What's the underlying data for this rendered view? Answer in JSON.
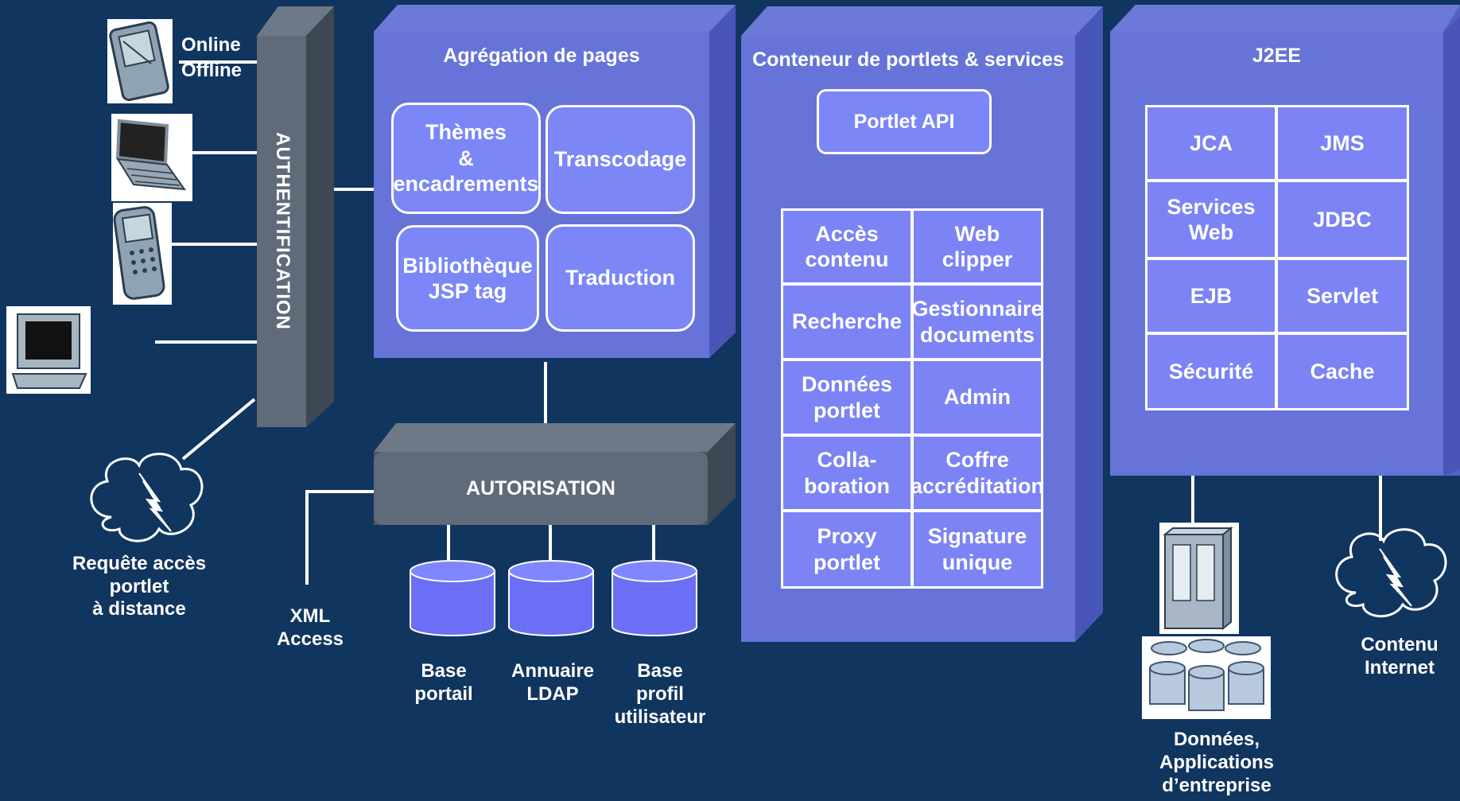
{
  "devices": {
    "online_label": "Online",
    "offline_label": "Offline"
  },
  "authentication": {
    "label": "AUTHENTIFICATION"
  },
  "page_aggregation": {
    "title": "Agrégation de pages",
    "items": [
      "Thèmes\n&\nencadrements",
      "Transcodage",
      "Bibliothèque\nJSP tag",
      "Traduction"
    ]
  },
  "authorization": {
    "label": "AUTORISATION"
  },
  "databases": [
    "Base\nportail",
    "Annuaire\nLDAP",
    "Base\nprofil\nutilisateur"
  ],
  "xml_access": "XML\nAccess",
  "remote_request": "Requête accès\nportlet\nà distance",
  "portlet_container": {
    "title": "Conteneur de portlets & services",
    "api": "Portlet API",
    "services": [
      "Accès\ncontenu",
      "Web\nclipper",
      "Recherche",
      "Gestionnaire\ndocuments",
      "Données\nportlet",
      "Admin",
      "Colla-\nboration",
      "Coffre\naccréditation",
      "Proxy\nportlet",
      "Signature\nunique"
    ]
  },
  "j2ee": {
    "title": "J2EE",
    "services": [
      "JCA",
      "JMS",
      "Services\nWeb",
      "JDBC",
      "EJB",
      "Servlet",
      "Sécurité",
      "Cache"
    ]
  },
  "enterprise_data": "Données,\nApplications\nd’entreprise",
  "internet_content": "Contenu\nInternet",
  "colors": {
    "background": "#10355f",
    "panel": "#5f6ccc",
    "cell": "#7b83f5",
    "gray_block": "#5e6b7a"
  }
}
